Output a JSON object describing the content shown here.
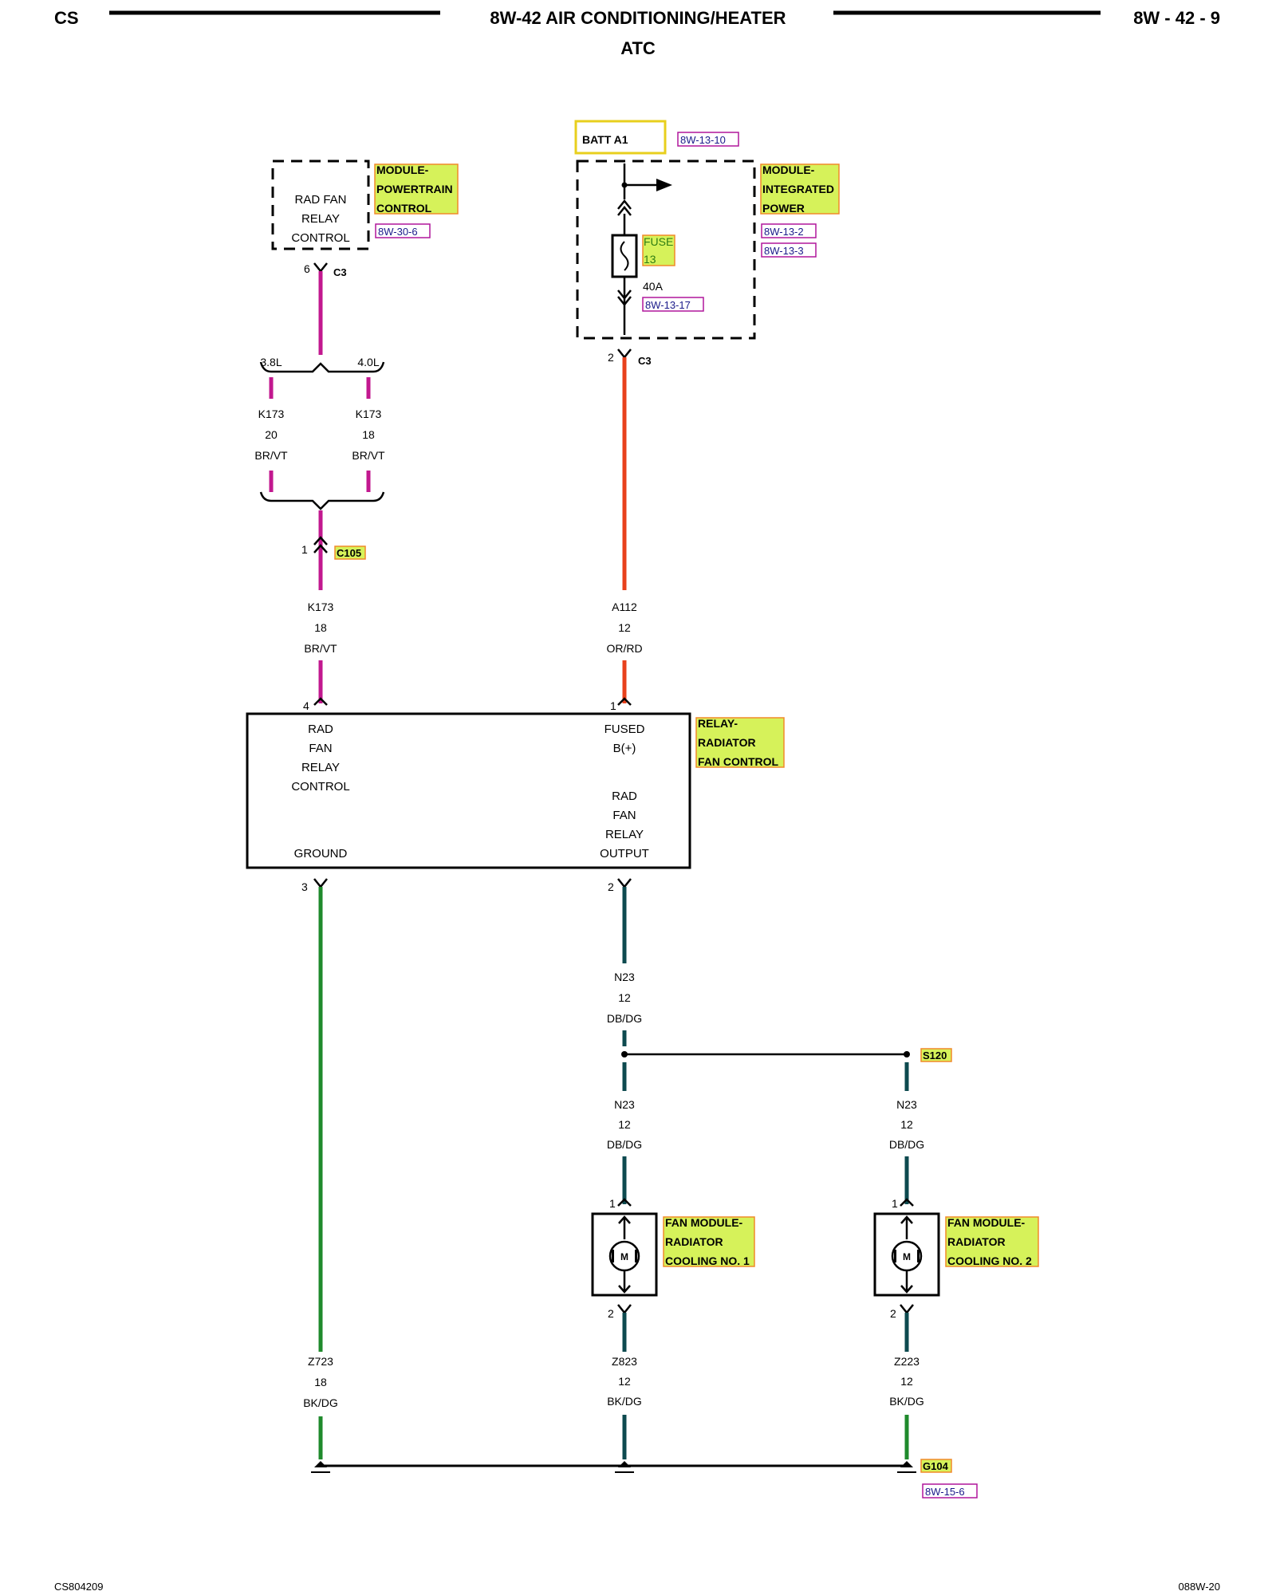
{
  "header": {
    "left": "CS",
    "title": "8W-42 AIR CONDITIONING/HEATER",
    "subtitle": "ATC",
    "right": "8W - 42 - 9"
  },
  "footer": {
    "left": "CS804209",
    "right": "088W-20"
  },
  "components": {
    "pcm": {
      "inner_lines": [
        "RAD FAN",
        "RELAY",
        "CONTROL"
      ],
      "label_lines": [
        "MODULE-",
        "POWERTRAIN",
        "CONTROL"
      ],
      "ref": "8W-30-6"
    },
    "ipm": {
      "label_lines": [
        "MODULE-",
        "INTEGRATED",
        "POWER"
      ],
      "refs": [
        "8W-13-2",
        "8W-13-3"
      ],
      "fuse_label_lines": [
        "FUSE",
        "13"
      ],
      "fuse_rating": "40A",
      "fuse_ref": "8W-13-17"
    },
    "batt": {
      "label": "BATT A1",
      "ref": "8W-13-10"
    },
    "relay": {
      "label_lines": [
        "RELAY-",
        "RADIATOR",
        "FAN CONTROL"
      ],
      "control_lines": [
        "RAD",
        "FAN",
        "RELAY",
        "CONTROL"
      ],
      "fused_lines": [
        "FUSED",
        "B(+)"
      ],
      "output_lines": [
        "RAD",
        "FAN",
        "RELAY",
        "OUTPUT"
      ],
      "ground": "GROUND"
    },
    "fan1": {
      "label_lines": [
        "FAN MODULE-",
        "RADIATOR",
        "COOLING NO. 1"
      ],
      "motor": "M"
    },
    "fan2": {
      "label_lines": [
        "FAN MODULE-",
        "RADIATOR",
        "COOLING NO. 2"
      ],
      "motor": "M"
    }
  },
  "connectors": {
    "pcm_pin": "6",
    "pcm_conn": "C3",
    "ipm_pin": "2",
    "ipm_conn": "C3",
    "c105_pin": "1",
    "c105": "C105",
    "relay_pin4": "4",
    "relay_pin1": "1",
    "relay_pin3": "3",
    "relay_pin2": "2",
    "fan1_pin1": "1",
    "fan1_pin2": "2",
    "fan2_pin1": "1",
    "fan2_pin2": "2",
    "splice": "S120",
    "ground": "G104",
    "ground_ref": "8W-15-6"
  },
  "engine_options": {
    "left": "3.8L",
    "right": "4.0L"
  },
  "wires": {
    "k173_38": {
      "circuit": "K173",
      "gauge": "20",
      "color": "BR/VT"
    },
    "k173_40": {
      "circuit": "K173",
      "gauge": "18",
      "color": "BR/VT"
    },
    "k173": {
      "circuit": "K173",
      "gauge": "18",
      "color": "BR/VT"
    },
    "a112": {
      "circuit": "A112",
      "gauge": "12",
      "color": "OR/RD"
    },
    "n23_main": {
      "circuit": "N23",
      "gauge": "12",
      "color": "DB/DG"
    },
    "n23_fan1": {
      "circuit": "N23",
      "gauge": "12",
      "color": "DB/DG"
    },
    "n23_fan2": {
      "circuit": "N23",
      "gauge": "12",
      "color": "DB/DG"
    },
    "z723": {
      "circuit": "Z723",
      "gauge": "18",
      "color": "BK/DG"
    },
    "z823": {
      "circuit": "Z823",
      "gauge": "12",
      "color": "BK/DG"
    },
    "z223": {
      "circuit": "Z223",
      "gauge": "12",
      "color": "BK/DG"
    }
  },
  "colors": {
    "br_vt": "#c2188f",
    "or_rd": "#e8411c",
    "db_dg": "#0d4a4f",
    "bk_dg": "#1f8a2c",
    "highlight": "#d6f25a",
    "highlight_border": "#f08a2a",
    "ref_border": "#b0179c",
    "batt_border": "#e8cf1d"
  }
}
